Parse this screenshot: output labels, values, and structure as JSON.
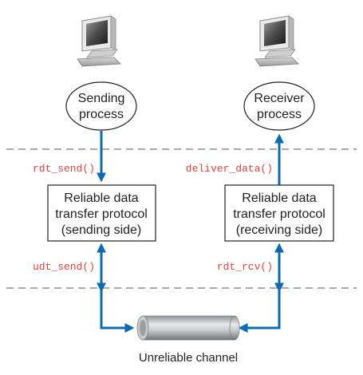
{
  "colors": {
    "arrow": "#0a6bb5",
    "function_call": "#e8413c",
    "dashed_line": "#777777",
    "text": "#231f20"
  },
  "icons": [
    "computer-icon",
    "computer-icon",
    "pipe-icon"
  ],
  "sender": {
    "process_line1": "Sending",
    "process_line2": "process",
    "call_up": "rdt_send()",
    "box_line1": "Reliable data",
    "box_line2": "transfer protocol",
    "box_line3": "(sending side)",
    "call_down": "udt_send()"
  },
  "receiver": {
    "process_line1": "Receiver",
    "process_line2": "process",
    "call_up": "deliver_data()",
    "box_line1": "Reliable data",
    "box_line2": "transfer protocol",
    "box_line3": "(receiving side)",
    "call_down": "rdt_rcv()"
  },
  "channel": {
    "label": "Unreliable channel"
  }
}
